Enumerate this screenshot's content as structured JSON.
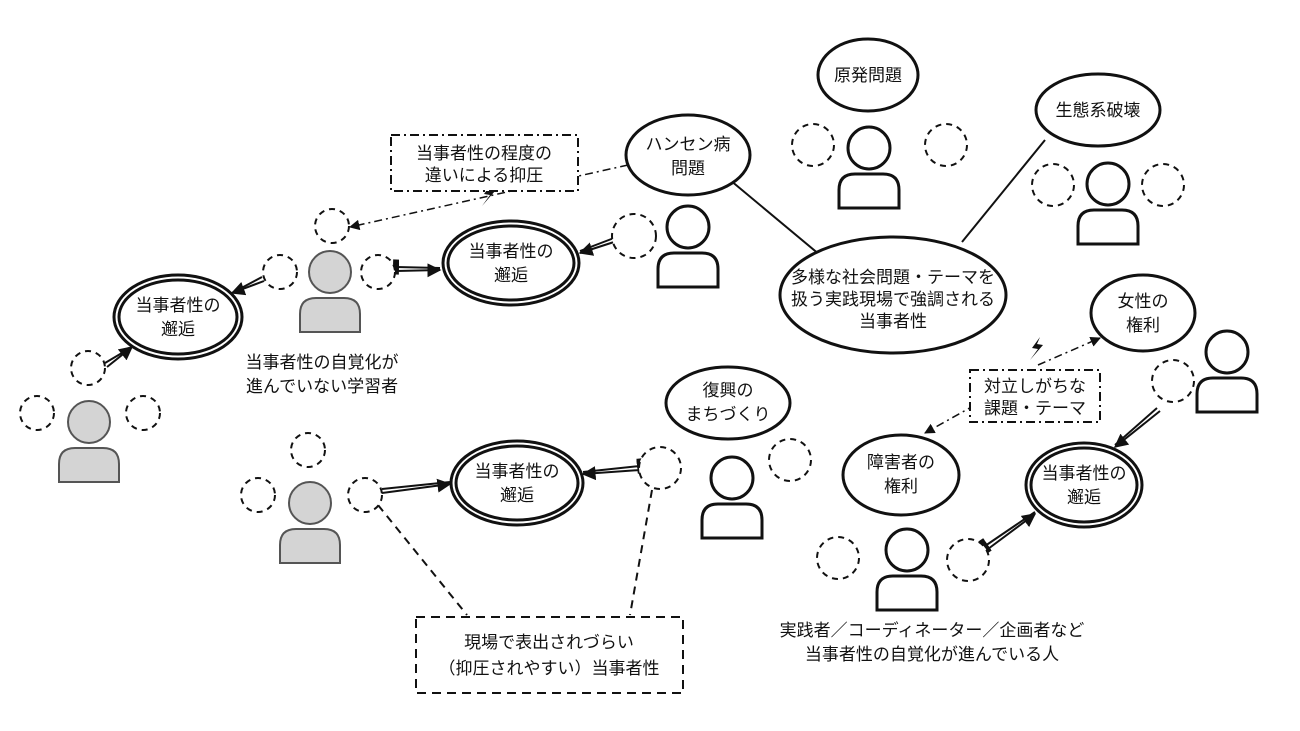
{
  "themes": {
    "nuclear": "原発問題",
    "ecosystem": "生態系破壊",
    "hansen_line1": "ハンセン病",
    "hansen_line2": "問題",
    "center_line1": "多様な社会問題・テーマを",
    "center_line2": "扱う実践現場で強調される",
    "center_line3": "当事者性",
    "women_line1": "女性の",
    "women_line2": "権利",
    "disability_line1": "障害者の",
    "disability_line2": "権利",
    "reconstruction_line1": "復興の",
    "reconstruction_line2": "まちづくり"
  },
  "encounter": {
    "line1": "当事者性の",
    "line2": "邂逅"
  },
  "labels": {
    "oppression_line1": "当事者性の程度の",
    "oppression_line2": "違いによる抑圧",
    "conflict_line1": "対立しがちな",
    "conflict_line2": "課題・テーマ",
    "suppressed_line1": "現場で表出されづらい",
    "suppressed_line2": "（抑圧されやすい）当事者性",
    "learner_line1": "当事者性の自覚化が",
    "learner_line2": "進んでいない学習者",
    "practitioner_line1": "実践者／コーディネーター／企画者など",
    "practitioner_line2": "当事者性の自覚化が進んでいる人"
  },
  "colors": {
    "learner_fill": "#d4d4d4",
    "practitioner_fill": "#ffffff",
    "stroke": "#111111"
  }
}
